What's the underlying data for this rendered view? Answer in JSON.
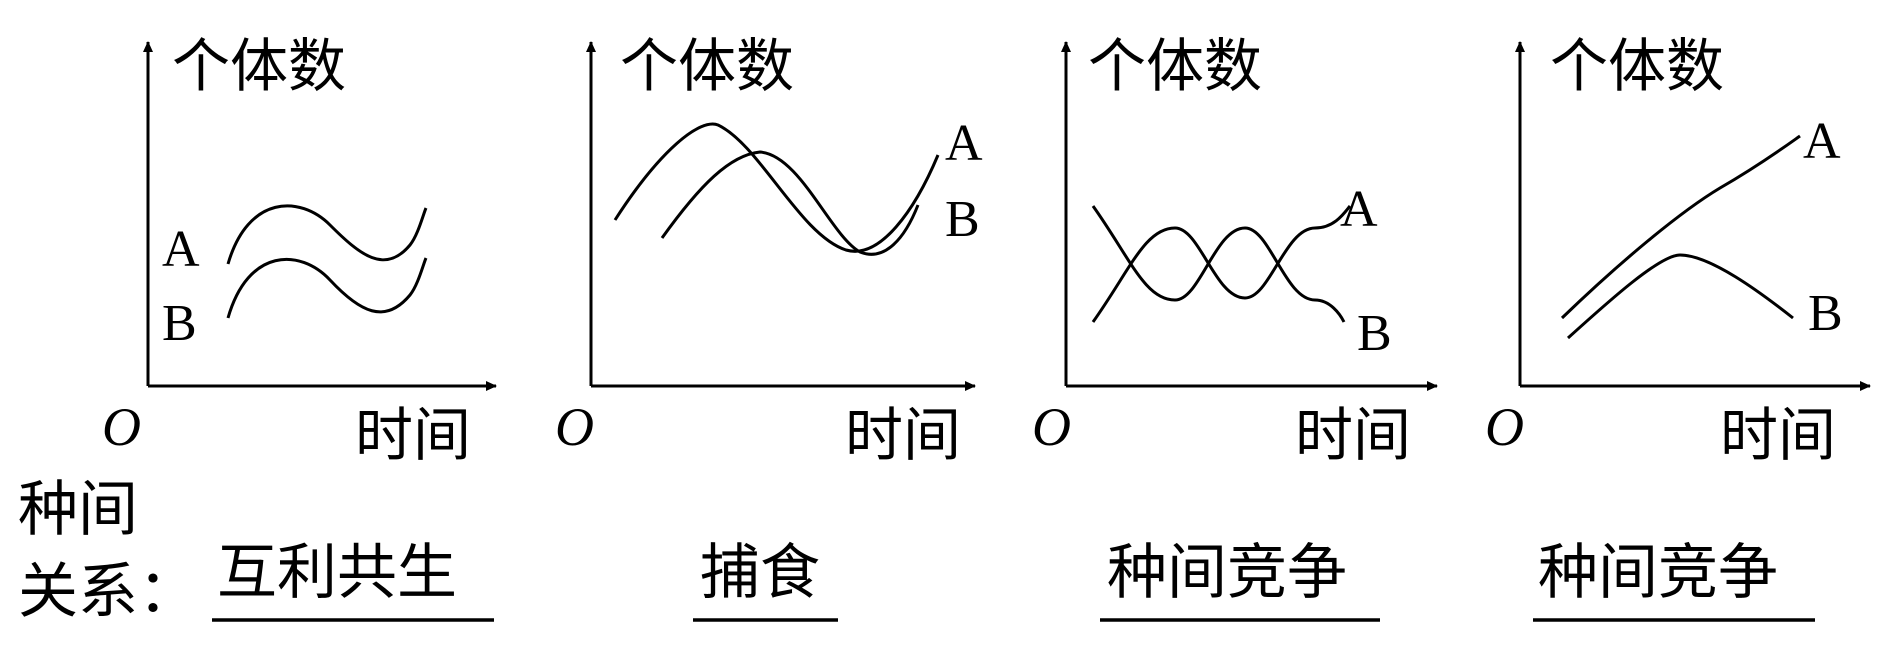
{
  "panels": [
    {
      "id": "mutualism",
      "y_label": "个体数",
      "x_label": "时间",
      "origin": "O",
      "label_a": "A",
      "label_b": "B",
      "relation": "互利共生"
    },
    {
      "id": "predation",
      "y_label": "个体数",
      "x_label": "时间",
      "origin": "O",
      "label_a": "A",
      "label_b": "B",
      "relation": "捕食"
    },
    {
      "id": "competition1",
      "y_label": "个体数",
      "x_label": "时间",
      "origin": "O",
      "label_a": "A",
      "label_b": "B",
      "relation": "种间竞争"
    },
    {
      "id": "competition2",
      "y_label": "个体数",
      "x_label": "时间",
      "origin": "O",
      "label_a": "A",
      "label_b": "B",
      "relation": "种间竞争"
    }
  ],
  "caption": {
    "line1": "种间",
    "line2": "关系："
  }
}
